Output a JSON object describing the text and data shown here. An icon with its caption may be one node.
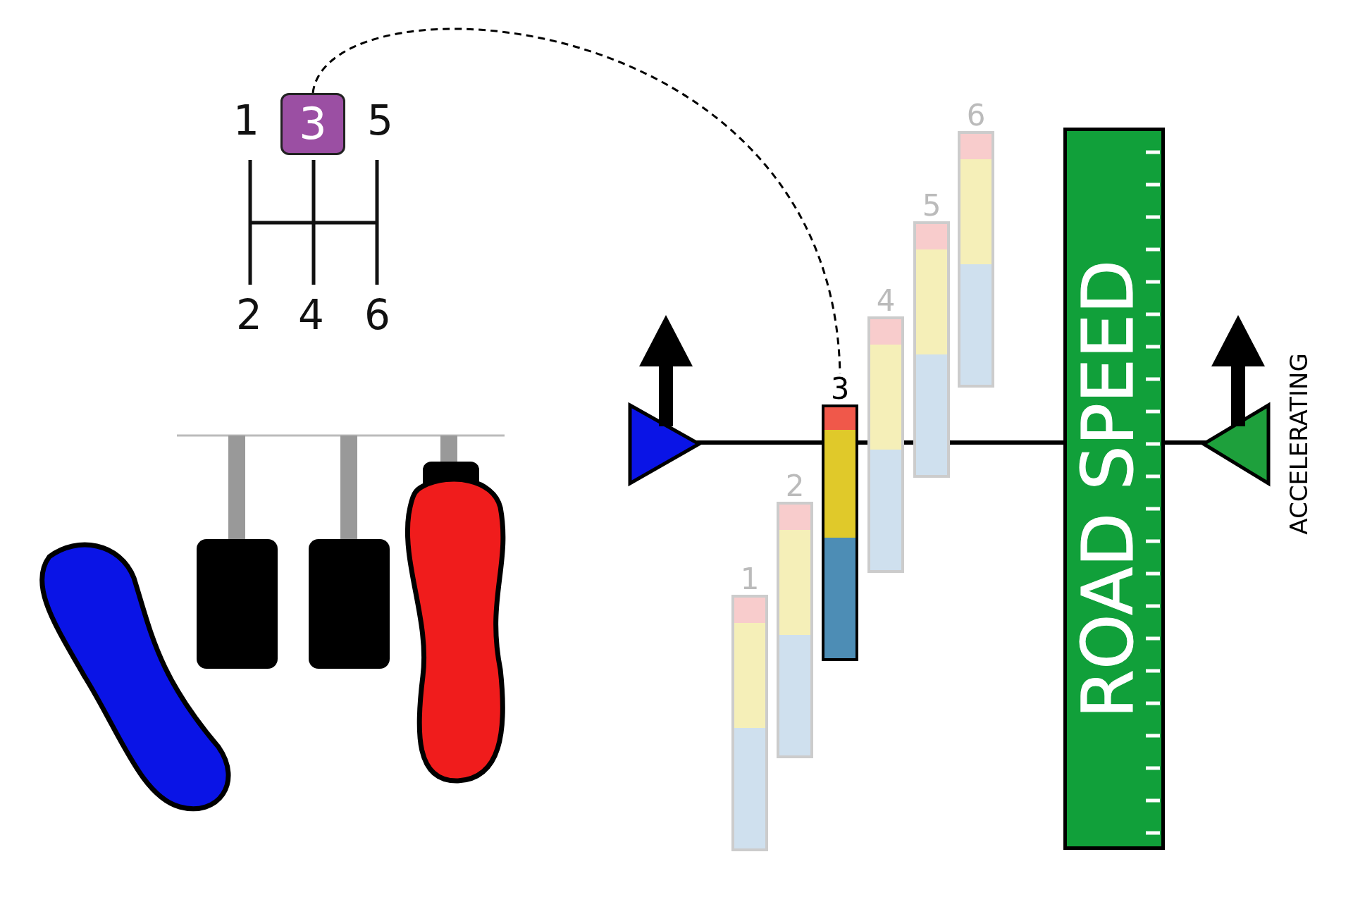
{
  "diagram": {
    "nodes": [
      {
        "text": [
          "3"
        ]
      },
      {
        "text": [
          "1"
        ]
      },
      {
        "text": [
          "2"
        ]
      },
      {
        "text": [
          "3"
        ]
      },
      {
        "text": [
          "4"
        ]
      },
      {
        "text": [
          "5"
        ]
      },
      {
        "text": [
          "6"
        ]
      },
      {
        "text": [
          "ROAD SPEED"
        ]
      }
    ],
    "edges": [
      {
        "from": 0,
        "to": 3,
        "arrow": "none",
        "style": "dashed"
      }
    ],
    "labels": [
      "1",
      "5",
      "2",
      "4",
      "6",
      "ACCELERATING"
    ]
  }
}
